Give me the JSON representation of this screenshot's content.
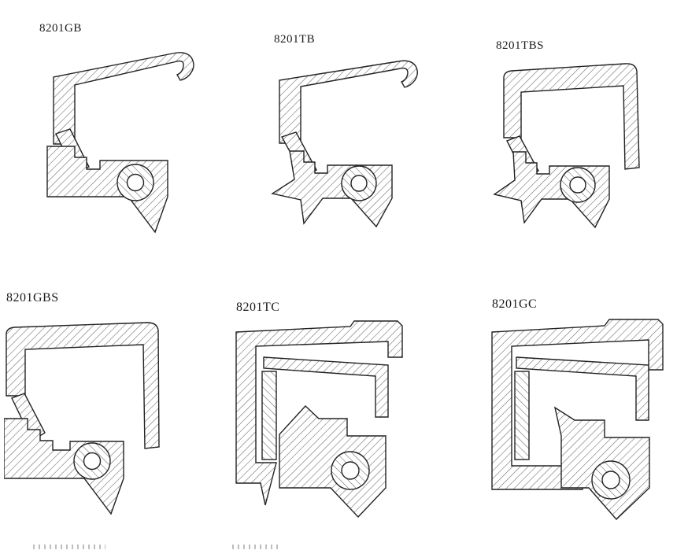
{
  "page": {
    "background": "#ffffff",
    "ink_color": "#222222",
    "hatch_color": "#666666"
  },
  "diagrams": [
    {
      "label": "8201GB"
    },
    {
      "label": "8201TB"
    },
    {
      "label": "8201TBS"
    },
    {
      "label": "8201GBS"
    },
    {
      "label": "8201TC"
    },
    {
      "label": "8201GC"
    }
  ]
}
